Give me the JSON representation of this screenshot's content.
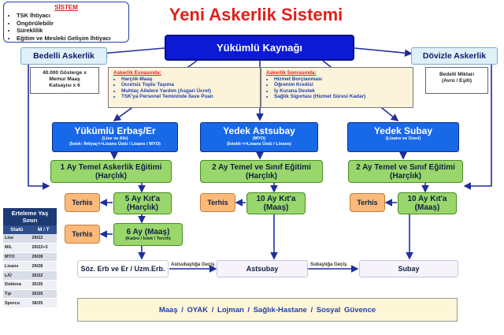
{
  "title": "Yeni Askerlik Sistemi",
  "sistem": {
    "heading": "SİSTEM",
    "items": [
      "TSK İhtiyacı",
      "Öngörülebilir",
      "Süreklilik",
      "Eğitim ve Mesleki Gelişim İhtiyacı"
    ]
  },
  "source_label": "Yükümlü Kaynağı",
  "bedelli": {
    "label": "Bedelli Askerlik",
    "detail_1": "40.000 Gösterge x",
    "detail_2": "Memur Maaş",
    "detail_3": "Katsayısı x 6"
  },
  "doviz": {
    "label": "Dövizle Askerlik",
    "detail_1": "Bedelli  Miktarı",
    "detail_2": "(Avro / Eşiti)"
  },
  "during_service": {
    "heading": "Askerlik Esnasında:",
    "items": [
      "Harçlık-Maaş",
      "Ücretsiz Toplu Taşıma",
      "Muhtaç Ailelere Yardım (Asgari Ücret)",
      "TSK'ya Personel Temininde İlave Puan"
    ]
  },
  "after_service": {
    "heading": "Askerlik Sonrasında:",
    "items": [
      "Hizmet Borçlanması",
      "Öğrenim Kredisi",
      "İş Kurana Destek",
      "Sağlık Sigortası (Hizmet Süresi Kadar)"
    ]
  },
  "tracks": {
    "erbas": {
      "title": "Yükümlü Erbaş/Er",
      "sub_1": "(Lise ve Altı)",
      "sub_2": "(İstek: İhtiyaç=>Lisans Üstü / Lisans / MYO)"
    },
    "astsubay": {
      "title": "Yedek Astsubay",
      "sub_1": "(MYO)",
      "sub_2": "(İstekli =>Lisans Üstü / Lisans)"
    },
    "subay": {
      "title": "Yedek Subay",
      "sub_1": "(Lisans ve Üzeri)"
    }
  },
  "training": {
    "erbas_1": "1 Ay Temel Askerlik Eğitimi",
    "erbas_2": "(Harçlık)",
    "astsubay_1": "2 Ay Temel ve Sınıf Eğitimi",
    "astsubay_2": "(Harçlık)",
    "subay_1": "2 Ay Temel ve Sınıf Eğitimi",
    "subay_2": "(Harçlık)"
  },
  "unit_service": {
    "erbas_1": "5 Ay Kıt'a",
    "erbas_2": "(Harçlık)",
    "astsubay_1": "10 Ay Kıt'a",
    "astsubay_2": "(Maaş)",
    "subay_1": "10 Ay Kıt'a",
    "subay_2": "(Maaş)"
  },
  "extended": {
    "line_1": "6 Ay (Maaş)",
    "line_2": "(Kadro / İstek / Tercih)"
  },
  "terhis": "Terhis",
  "outcomes": {
    "soz": "Söz. Erb ve Er / Uzm.Erb.",
    "astsubay": "Astsubay",
    "subay": "Subay",
    "to_astsubay": "Astsubaylığa Geçiş",
    "to_subay": "Subaylığa Geçiş"
  },
  "benefits": "Maaş  /  OYAK  /  Lojman  /  Sağlık-Hastane  /  Sosyal Güvence",
  "deferral": {
    "heading_1": "Erteleme Yaş",
    "heading_2": "Sınırı",
    "col_status": "Statü",
    "col_age": "M / T",
    "rows": [
      {
        "status": "Lise",
        "age": "29/22"
      },
      {
        "status": "M/L",
        "age": "29/22+3"
      },
      {
        "status": "MYO",
        "age": "29/28"
      },
      {
        "status": "Lisans",
        "age": "29/28"
      },
      {
        "status": "L/Ü",
        "age": "35/32"
      },
      {
        "status": "Doktora",
        "age": "35/35"
      },
      {
        "status": "Tıp",
        "age": "35/35"
      },
      {
        "status": "Sporcu",
        "age": "38/35"
      }
    ]
  },
  "colors": {
    "title_red": "#e0211c",
    "source_blue": "#0c1ad6",
    "track_blue": "#1869e8",
    "stage_green": "#99d66b",
    "terhis_orange": "#fbb97a",
    "arrow_navy": "#1f2f99"
  }
}
